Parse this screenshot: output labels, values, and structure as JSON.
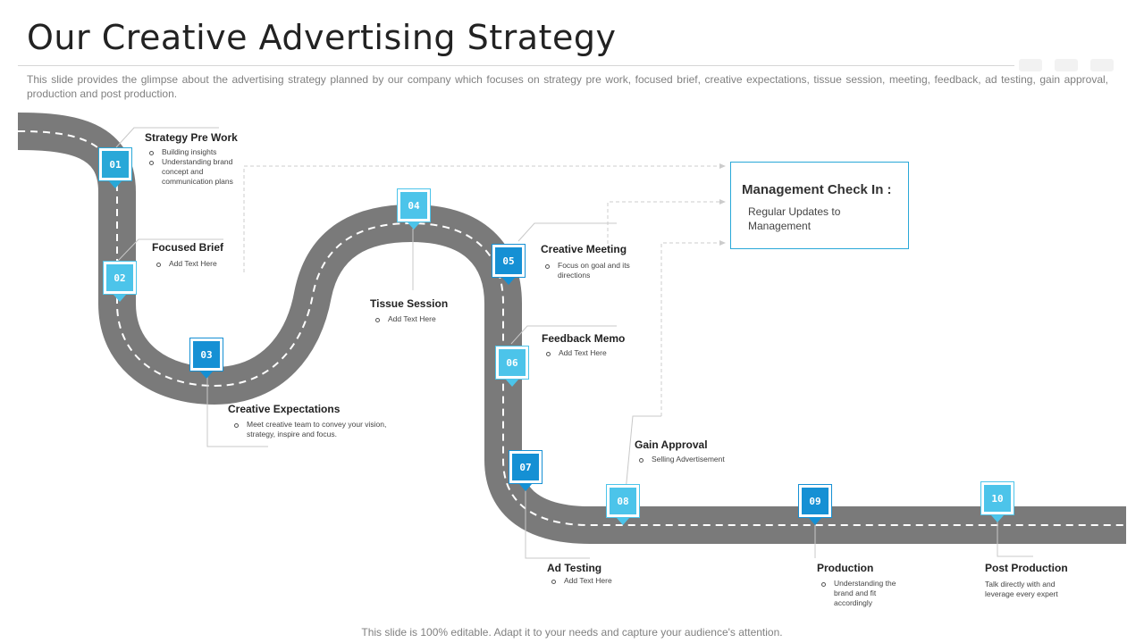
{
  "title": "Our Creative Advertising Strategy",
  "subtitle": "This slide provides the glimpse about the advertising strategy planned by our company which focuses on strategy pre work, focused brief, creative expectations, tissue session, meeting, feedback, ad testing, gain approval, production and post production.",
  "footer": "This slide is 100% editable. Adapt it to your needs and capture your audience's attention.",
  "colors": {
    "road": "#7a7a7a",
    "marker_mid": "#29a8d8",
    "marker_dark": "#1590d4",
    "marker_light": "#4cc4ea"
  },
  "markers": [
    "01",
    "02",
    "03",
    "04",
    "05",
    "06",
    "07",
    "08",
    "09",
    "10"
  ],
  "steps": {
    "s1": {
      "title": "Strategy Pre Work",
      "bullets": [
        "Building insights",
        "Understanding brand concept and communication plans"
      ]
    },
    "s2": {
      "title": "Focused Brief",
      "bullets": [
        "Add Text Here"
      ]
    },
    "s3": {
      "title": "Creative Expectations",
      "bullets": [
        "Meet creative team to convey your vision, strategy, inspire and focus."
      ]
    },
    "s4": {
      "title": "Tissue Session",
      "bullets": [
        "Add Text Here"
      ]
    },
    "s5": {
      "title": "Creative Meeting",
      "bullets": [
        "Focus on goal and its directions"
      ]
    },
    "s6": {
      "title": "Feedback Memo",
      "bullets": [
        "Add Text Here"
      ]
    },
    "s7": {
      "title": "Ad Testing",
      "bullets": [
        "Add Text Here"
      ]
    },
    "s8": {
      "title": "Gain Approval",
      "bullets": [
        "Selling Advertisement"
      ]
    },
    "s9": {
      "title": "Production",
      "bullets": [
        "Understanding the brand and fit accordingly"
      ]
    },
    "s10": {
      "title": "Post Production",
      "text": "Talk directly with and leverage every expert"
    }
  },
  "management": {
    "title": "Management Check In :",
    "text": "Regular Updates to Management"
  }
}
